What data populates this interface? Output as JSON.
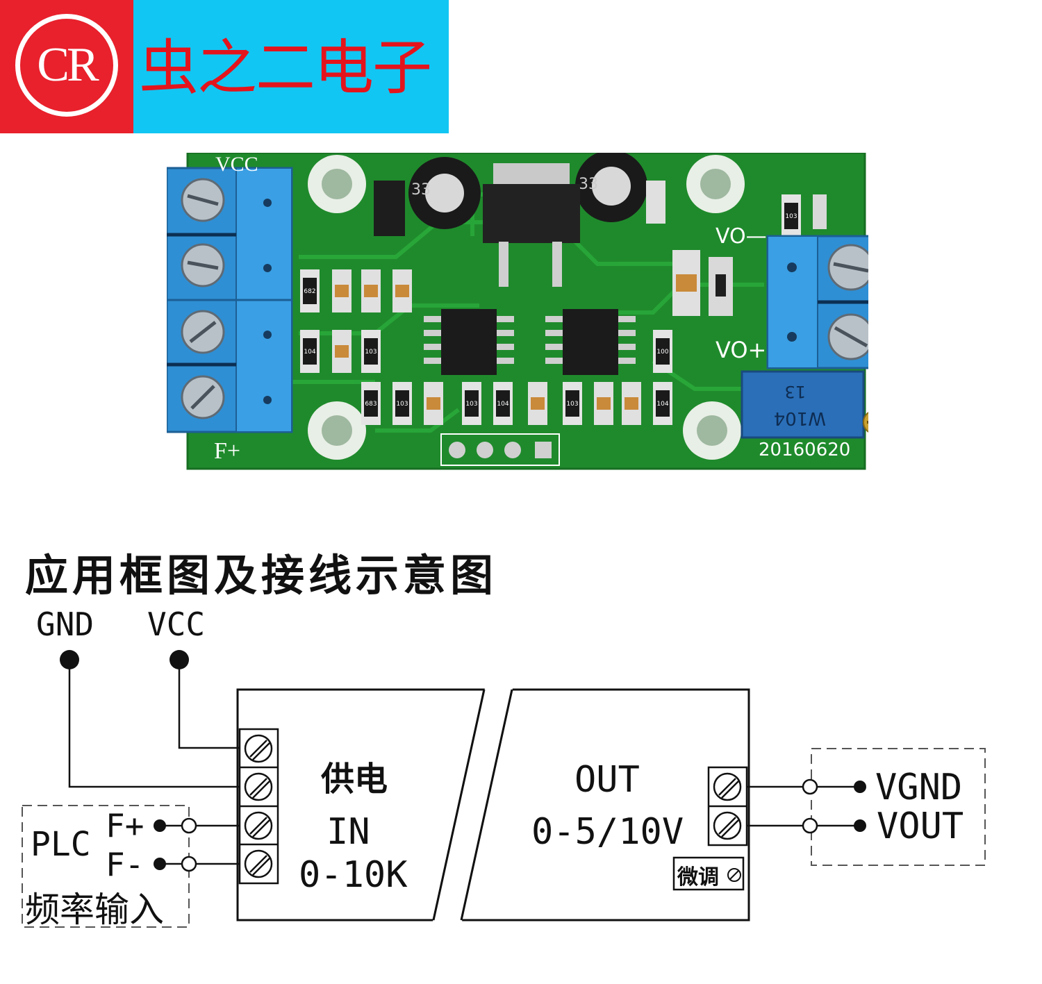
{
  "header": {
    "logo_text": "CR",
    "brand_name": "虫之二电子",
    "colors": {
      "red": "#e8212c",
      "cyan": "#12c6f3",
      "brand_text": "#e4141c"
    }
  },
  "board_photo": {
    "silk_vcc": "VCC",
    "silk_fplus": "F+",
    "silk_vo_minus": "VO—",
    "silk_vo_plus": "VO+",
    "silk_date": "20160620",
    "pot_label": "W104",
    "pot_number": "13",
    "cap_marks": [
      "33",
      "33"
    ],
    "resistor_codes": [
      "682",
      "104",
      "103",
      "683",
      "103",
      "103",
      "104",
      "103",
      "104",
      "100",
      "103"
    ],
    "colors": {
      "pcb": "#1f8a2c",
      "terminal": "#2f8fd4",
      "silk": "#ffffff"
    }
  },
  "diagram": {
    "title": "应用框图及接线示意图",
    "gnd_label": "GND",
    "vcc_label": "VCC",
    "power_label": "供电",
    "in_label": "IN",
    "in_range": "0-10K",
    "out_label": "OUT",
    "out_range": "0-5/10V",
    "trim_label": "微调",
    "plc_label": "PLC",
    "fplus_label": "F+",
    "fminus_label": "F-",
    "freq_input_label": "频率输入",
    "vgnd_label": "VGND",
    "vout_label": "VOUT"
  }
}
